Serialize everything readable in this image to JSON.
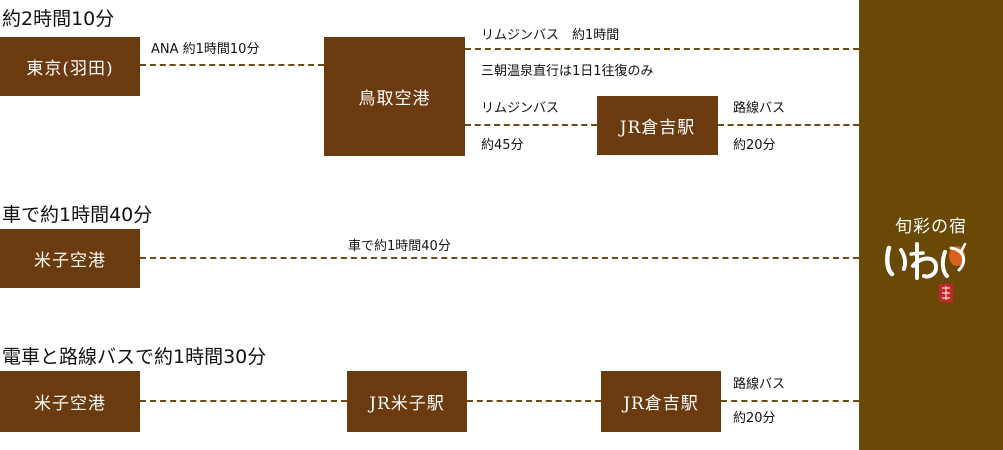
{
  "routes": {
    "air": {
      "heading": "約2時間10分",
      "origin": "東京(羽田)",
      "flight_label": "ANA 約1時間10分",
      "hub": "鳥取空港",
      "direct_bus_label": "リムジンバス　約1時間",
      "direct_bus_note": "三朝温泉直行は1日1往復のみ",
      "limousine_label": "リムジンバス",
      "limousine_time": "約45分",
      "station": "JR倉吉駅",
      "local_bus_label": "路線バス",
      "local_bus_time": "約20分"
    },
    "car": {
      "heading": "車で約1時間40分",
      "origin": "米子空港",
      "line_label": "車で約1時間40分"
    },
    "train": {
      "heading": "電車と路線バスで約1時間30分",
      "origin": "米子空港",
      "station1": "JR米子駅",
      "station2": "JR倉吉駅",
      "bus_label": "路線バス",
      "bus_time": "約20分"
    }
  },
  "destination": {
    "name": "旬彩の宿",
    "logo_text": "いわい"
  },
  "colors": {
    "box": "#6b3a0f",
    "destination_panel": "#6a4806",
    "line": "#6b4a14",
    "logo_accent": "#d9621e",
    "seal": "#c0262d"
  }
}
